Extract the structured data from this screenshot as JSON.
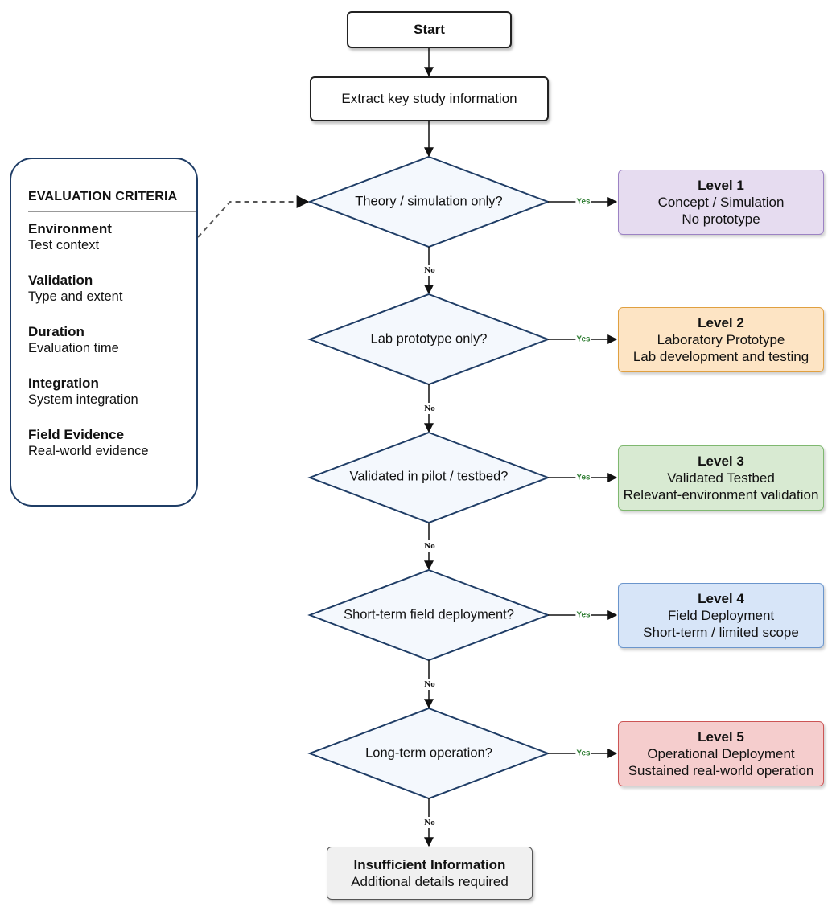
{
  "flow": {
    "start": "Start",
    "extract": "Extract key study information",
    "yes_label": "Yes",
    "no_label": "No",
    "decisions": [
      "Theory / simulation only?",
      "Lab prototype only?",
      "Validated in pilot / testbed?",
      "Short-term field deployment?",
      "Long-term operation?"
    ],
    "levels": [
      {
        "title": "Level 1",
        "line1": "Concept / Simulation",
        "line2": "No prototype",
        "fill": "#e6dcf0",
        "border": "#9c82c4"
      },
      {
        "title": "Level 2",
        "line1": "Laboratory Prototype",
        "line2": "Lab development and testing",
        "fill": "#fde4c4",
        "border": "#e0a040"
      },
      {
        "title": "Level 3",
        "line1": "Validated Testbed",
        "line2": "Relevant-environment validation",
        "fill": "#d8ead2",
        "border": "#7fb870"
      },
      {
        "title": "Level 4",
        "line1": "Field Deployment",
        "line2": "Short-term / limited scope",
        "fill": "#d7e5f8",
        "border": "#6a95cc"
      },
      {
        "title": "Level 5",
        "line1": "Operational Deployment",
        "line2": "Sustained real-world operation",
        "fill": "#f5cdcd",
        "border": "#cc5555"
      }
    ],
    "insufficient": {
      "title": "Insufficient Information",
      "subtitle": "Additional details required"
    }
  },
  "criteria": {
    "heading": "EVALUATION CRITERIA",
    "items": [
      {
        "name": "Environment",
        "desc": "Test context"
      },
      {
        "name": "Validation",
        "desc": "Type and extent"
      },
      {
        "name": "Duration",
        "desc": "Evaluation time"
      },
      {
        "name": "Integration",
        "desc": "System integration"
      },
      {
        "name": "Field Evidence",
        "desc": "Real-world evidence"
      }
    ]
  },
  "colors": {
    "decision_fill": "#f4f8fd",
    "decision_border": "#1f3d66",
    "yes_text": "#2e7d32",
    "insufficient_fill": "#f0f0f0"
  }
}
